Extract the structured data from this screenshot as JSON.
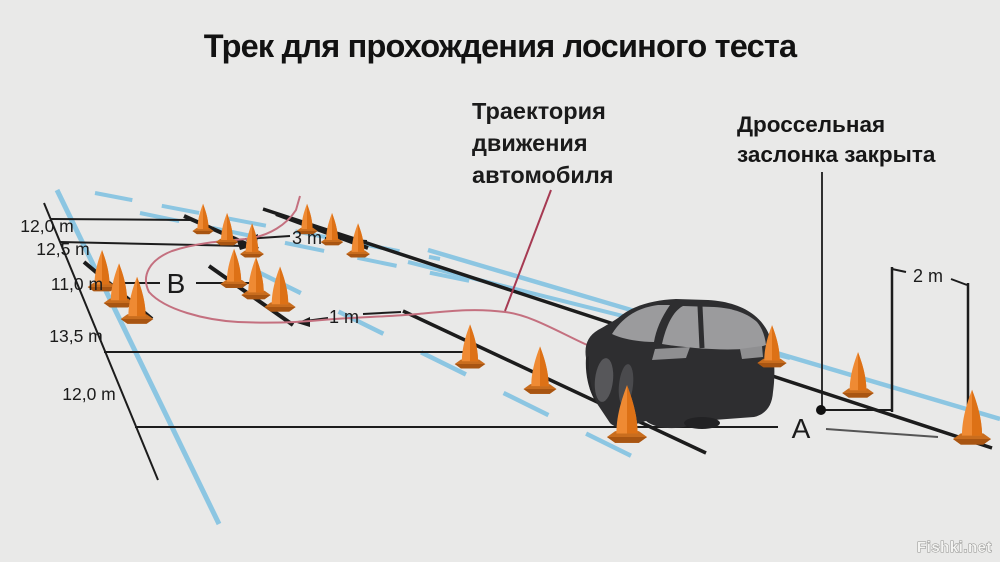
{
  "title": "Трек для прохождения лосиного теста",
  "annotations": {
    "trajectory_line1": "Траектория",
    "trajectory_line2": "движения",
    "trajectory_line3": "автомобиля",
    "throttle_line1": "Дроссельная",
    "throttle_line2": "заслонка закрыта"
  },
  "measurements": {
    "width_top": "12,0 m",
    "width_2": "12,5 m",
    "width_3": "11,0 m",
    "width_4": "13,5 m",
    "width_bottom": "12,0 m",
    "offset_top": "3 m",
    "offset_mid": "1 m",
    "offset_right": "2 m"
  },
  "points": {
    "b": "B",
    "a": "A"
  },
  "watermark": "Fishki.net",
  "colors": {
    "background": "#e9e9e8",
    "trajectory_label_red": "#bf3a34",
    "trajectory_path_red": "#c4707f",
    "track_blue": "#8cc6e2",
    "line_black": "#1c1c1c",
    "cone_orange": "#ef8a33",
    "car_body": "#2e2e30"
  }
}
